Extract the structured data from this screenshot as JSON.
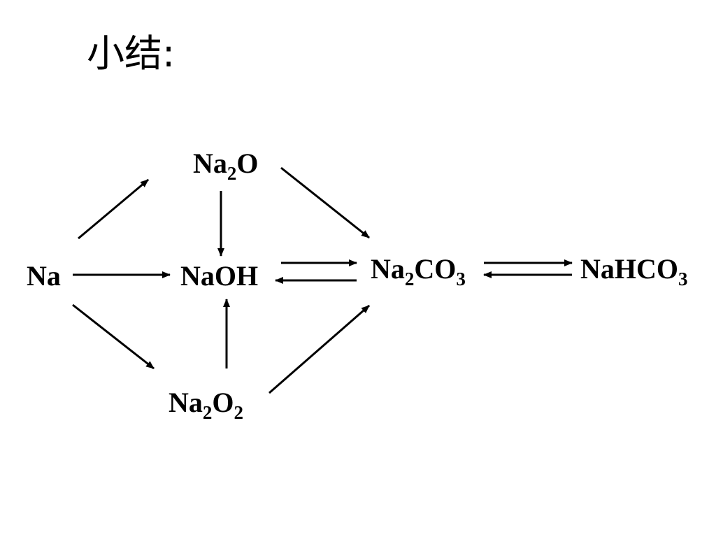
{
  "title": "小结:",
  "nodes": {
    "na": {
      "base": "Na"
    },
    "naoh": {
      "base": "NaOH"
    },
    "na2o": {
      "p1": "Na",
      "s1": "2",
      "p2": "O"
    },
    "na2o2": {
      "p1": "Na",
      "s1": "2",
      "p2": "O",
      "s2": "2"
    },
    "na2co3": {
      "p1": "Na",
      "s1": "2",
      "p2": "CO",
      "s2": "3"
    },
    "nahco3": {
      "p1": "NaHCO",
      "s1": "3"
    }
  },
  "edges": [
    {
      "from": "Na",
      "to": "Na2O"
    },
    {
      "from": "Na",
      "to": "NaOH"
    },
    {
      "from": "Na",
      "to": "Na2O2"
    },
    {
      "from": "Na2O",
      "to": "NaOH"
    },
    {
      "from": "Na2O",
      "to": "Na2CO3"
    },
    {
      "from": "Na2O2",
      "to": "NaOH"
    },
    {
      "from": "Na2O2",
      "to": "Na2CO3"
    },
    {
      "from": "NaOH",
      "to": "Na2CO3"
    },
    {
      "from": "Na2CO3",
      "to": "NaOH"
    },
    {
      "from": "Na2CO3",
      "to": "NaHCO3"
    },
    {
      "from": "NaHCO3",
      "to": "Na2CO3"
    }
  ],
  "colors": {
    "text": "#000000",
    "arrow": "#000000",
    "background": "#ffffff"
  }
}
